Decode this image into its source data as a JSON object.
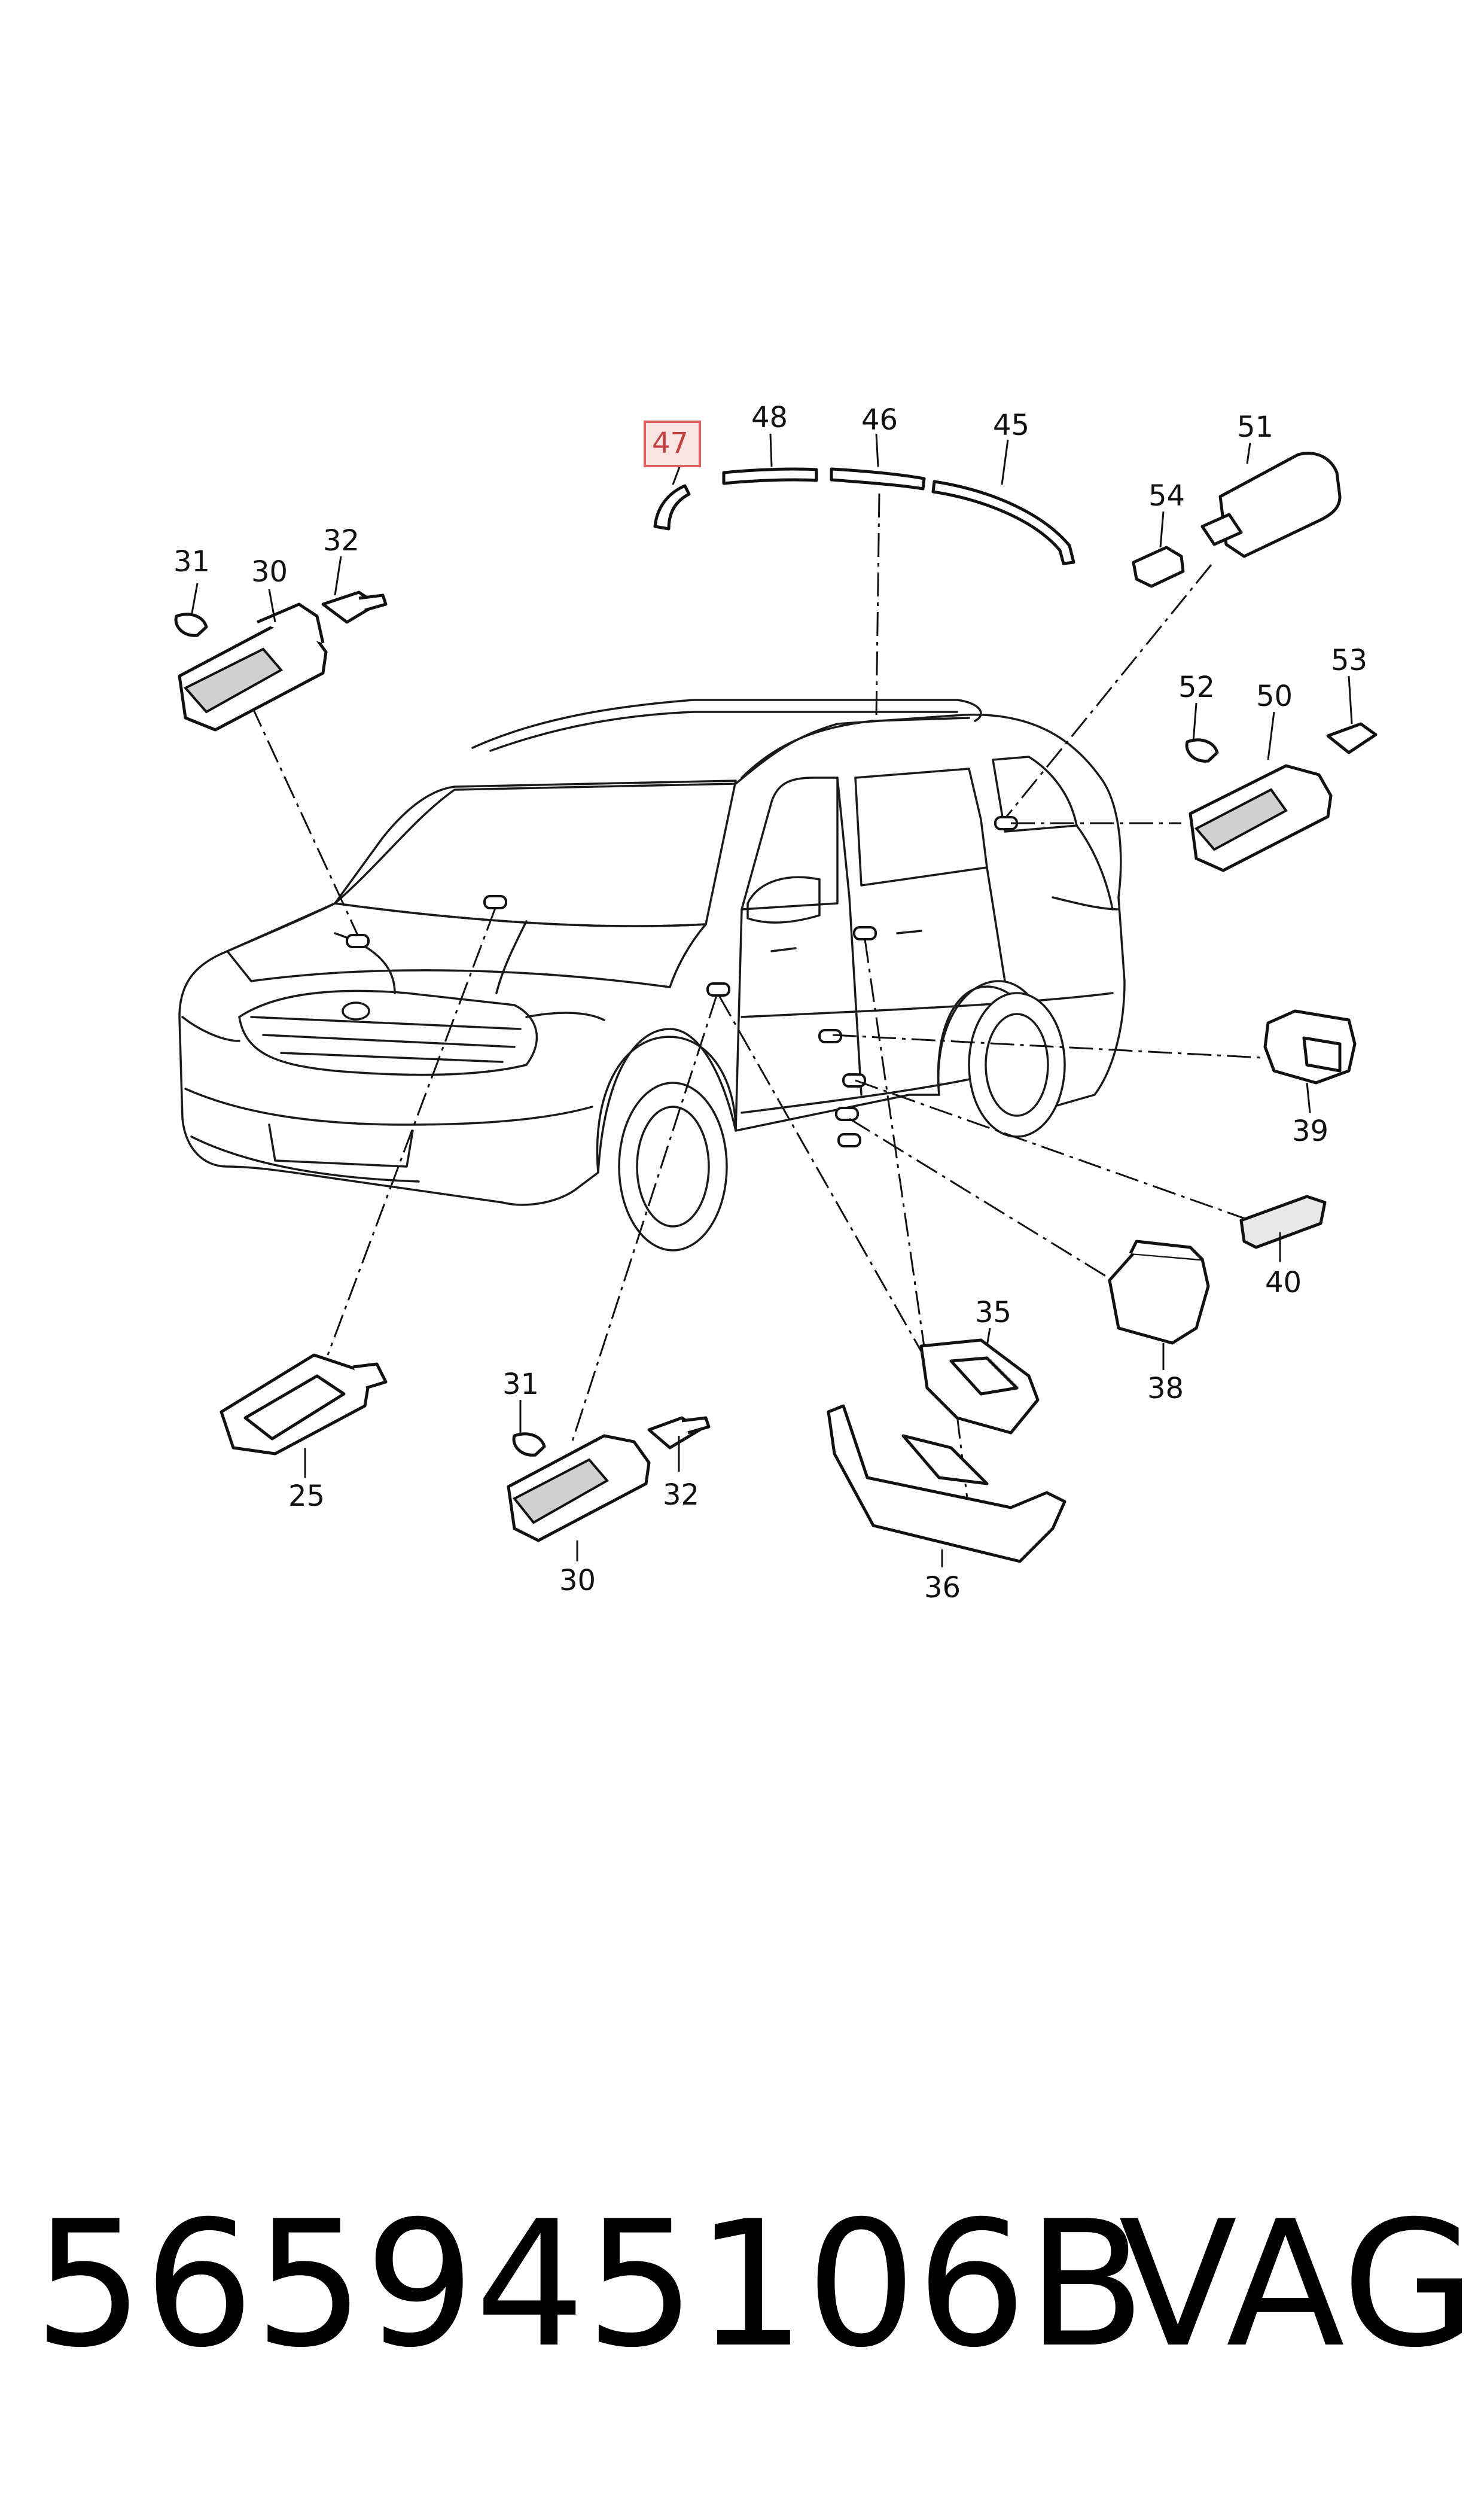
{
  "diagram": {
    "highlight_color": "#e06060",
    "callouts": [
      {
        "id": "c47",
        "label": "47",
        "highlighted": true
      },
      {
        "id": "c48",
        "label": "48"
      },
      {
        "id": "c46",
        "label": "46"
      },
      {
        "id": "c45",
        "label": "45"
      },
      {
        "id": "c51",
        "label": "51"
      },
      {
        "id": "c54",
        "label": "54"
      },
      {
        "id": "c31a",
        "label": "31"
      },
      {
        "id": "c30a",
        "label": "30"
      },
      {
        "id": "c32a",
        "label": "32"
      },
      {
        "id": "c52",
        "label": "52"
      },
      {
        "id": "c50",
        "label": "50"
      },
      {
        "id": "c53",
        "label": "53"
      },
      {
        "id": "c39",
        "label": "39"
      },
      {
        "id": "c40",
        "label": "40"
      },
      {
        "id": "c35",
        "label": "35"
      },
      {
        "id": "c38",
        "label": "38"
      },
      {
        "id": "c36",
        "label": "36"
      },
      {
        "id": "c25",
        "label": "25"
      },
      {
        "id": "c31b",
        "label": "31"
      },
      {
        "id": "c32b",
        "label": "32"
      },
      {
        "id": "c30b",
        "label": "30"
      }
    ]
  },
  "footer": {
    "part_number": "565945106B",
    "brand": "VAG"
  }
}
